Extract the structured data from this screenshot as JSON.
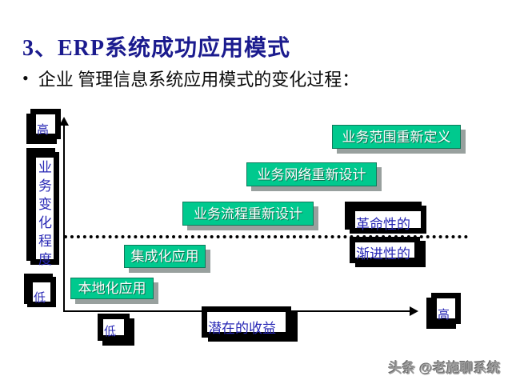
{
  "slide": {
    "title": "3、ERP系统成功应用模式",
    "bullet_marker": "•",
    "bullet_text": "企业 管理信息系统应用模式的变化过程："
  },
  "diagram": {
    "y_axis": {
      "top_label": "高",
      "title": "业\n务\n变\n化\n程\n度",
      "bottom_label": "低"
    },
    "x_axis": {
      "origin_label": "低",
      "title": "潜在的收益",
      "end_label": "高"
    },
    "stages": [
      {
        "label": "本地化应用"
      },
      {
        "label": "集成化应用"
      },
      {
        "label": "业务流程重新设计"
      },
      {
        "label": "业务网络重新设计"
      },
      {
        "label": "业务范围重新定义"
      }
    ],
    "divider": {
      "above_label": "革命性的",
      "below_label": "渐进性的"
    }
  },
  "watermark": "头条 @老施聊系统",
  "colors": {
    "title_navy": "#1b1b8e",
    "label_blue": "#2727b5",
    "stage_green": "#00c98e",
    "shadow_gray": "#98a09e"
  }
}
